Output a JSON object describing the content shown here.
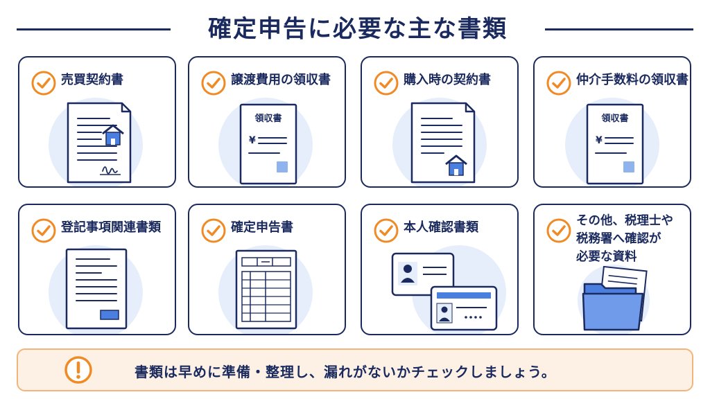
{
  "header": {
    "title": "確定申告に必要な主な書類"
  },
  "cards": [
    {
      "label": "売買契約書",
      "illust": "contract-house"
    },
    {
      "label": "譲渡費用の領収書",
      "illust": "receipt",
      "doc_title": "領収書",
      "yen": "¥"
    },
    {
      "label": "購入時の契約書",
      "illust": "contract-house"
    },
    {
      "label": "仲介手数料の領収書",
      "illust": "receipt",
      "doc_title": "領収書",
      "yen": "¥"
    },
    {
      "label": "登記事項関連書類",
      "illust": "registry-doc"
    },
    {
      "label": "確定申告書",
      "illust": "tax-form"
    },
    {
      "label": "本人確認書類",
      "illust": "id-cards"
    },
    {
      "label_lines": [
        "その他、税理士や",
        "税務署へ確認が",
        "必要な資料"
      ],
      "illust": "folder"
    }
  ],
  "banner": {
    "message": "書類は早めに準備・整理し、漏れがないかチェックしましょう。"
  },
  "colors": {
    "navy": "#1b2a5e",
    "orange": "#f08a24",
    "blue": "#4a7fe0",
    "light_blue": "#e6eefb"
  },
  "icons": {
    "check": "check-circle-icon",
    "warning": "exclamation-circle-icon"
  }
}
